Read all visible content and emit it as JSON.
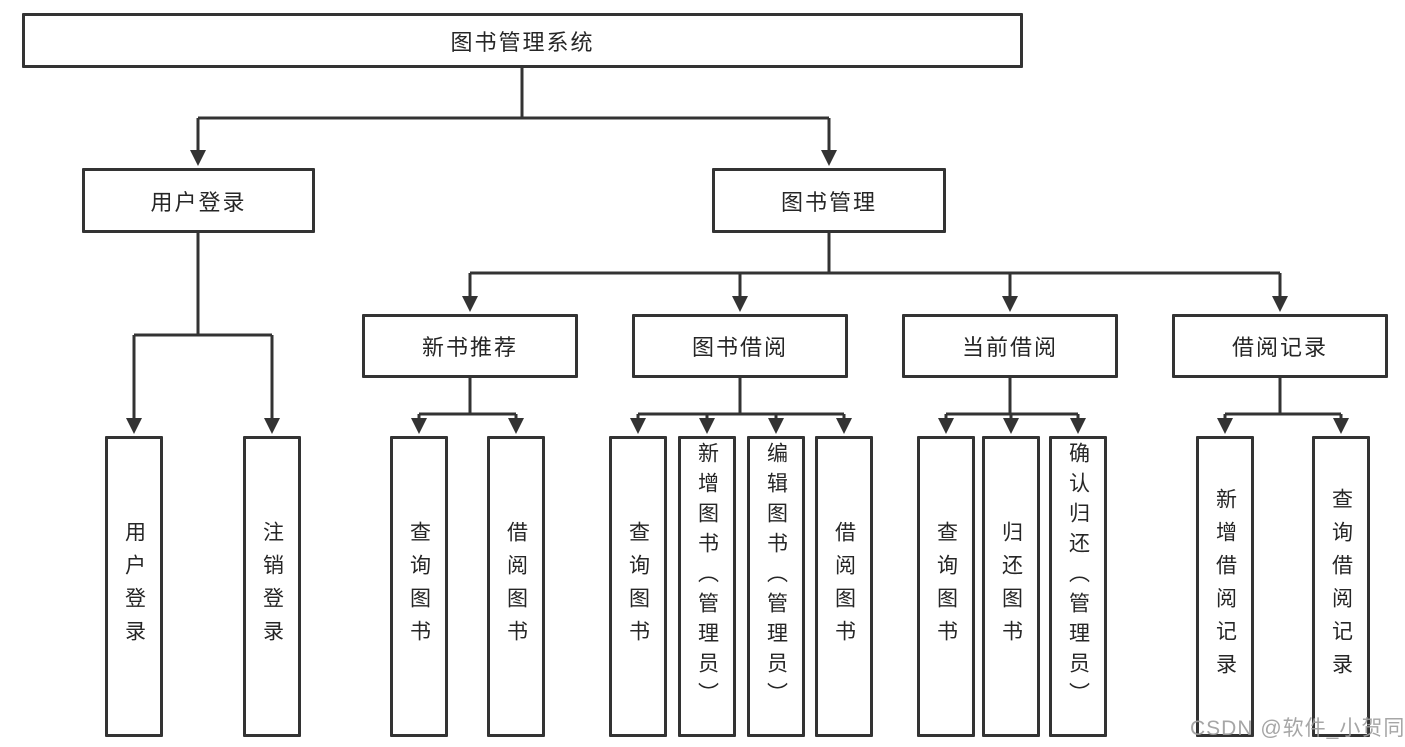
{
  "diagram_title": "图书管理系统",
  "tree": {
    "root": "图书管理系统",
    "user": {
      "label": "用户登录",
      "children": [
        "用户登录",
        "注销登录"
      ]
    },
    "book": {
      "label": "图书管理",
      "new_books": {
        "label": "新书推荐",
        "children": [
          "查询图书",
          "借阅图书"
        ]
      },
      "borrowing": {
        "label": "图书借阅",
        "children": [
          "查询图书",
          "新增图书（管理员）",
          "编辑图书（管理员）",
          "借阅图书"
        ]
      },
      "current": {
        "label": "当前借阅",
        "children": [
          "查询图书",
          "归还图书",
          "确认归还（管理员）"
        ]
      },
      "records": {
        "label": "借阅记录",
        "children": [
          "新增借阅记录",
          "查询借阅记录"
        ]
      }
    }
  },
  "watermark": "CSDN @软件_小贺同学",
  "colors": {
    "line": "#333333",
    "text": "#262626",
    "watermark": "#9e9e9e",
    "background": "#ffffff"
  }
}
